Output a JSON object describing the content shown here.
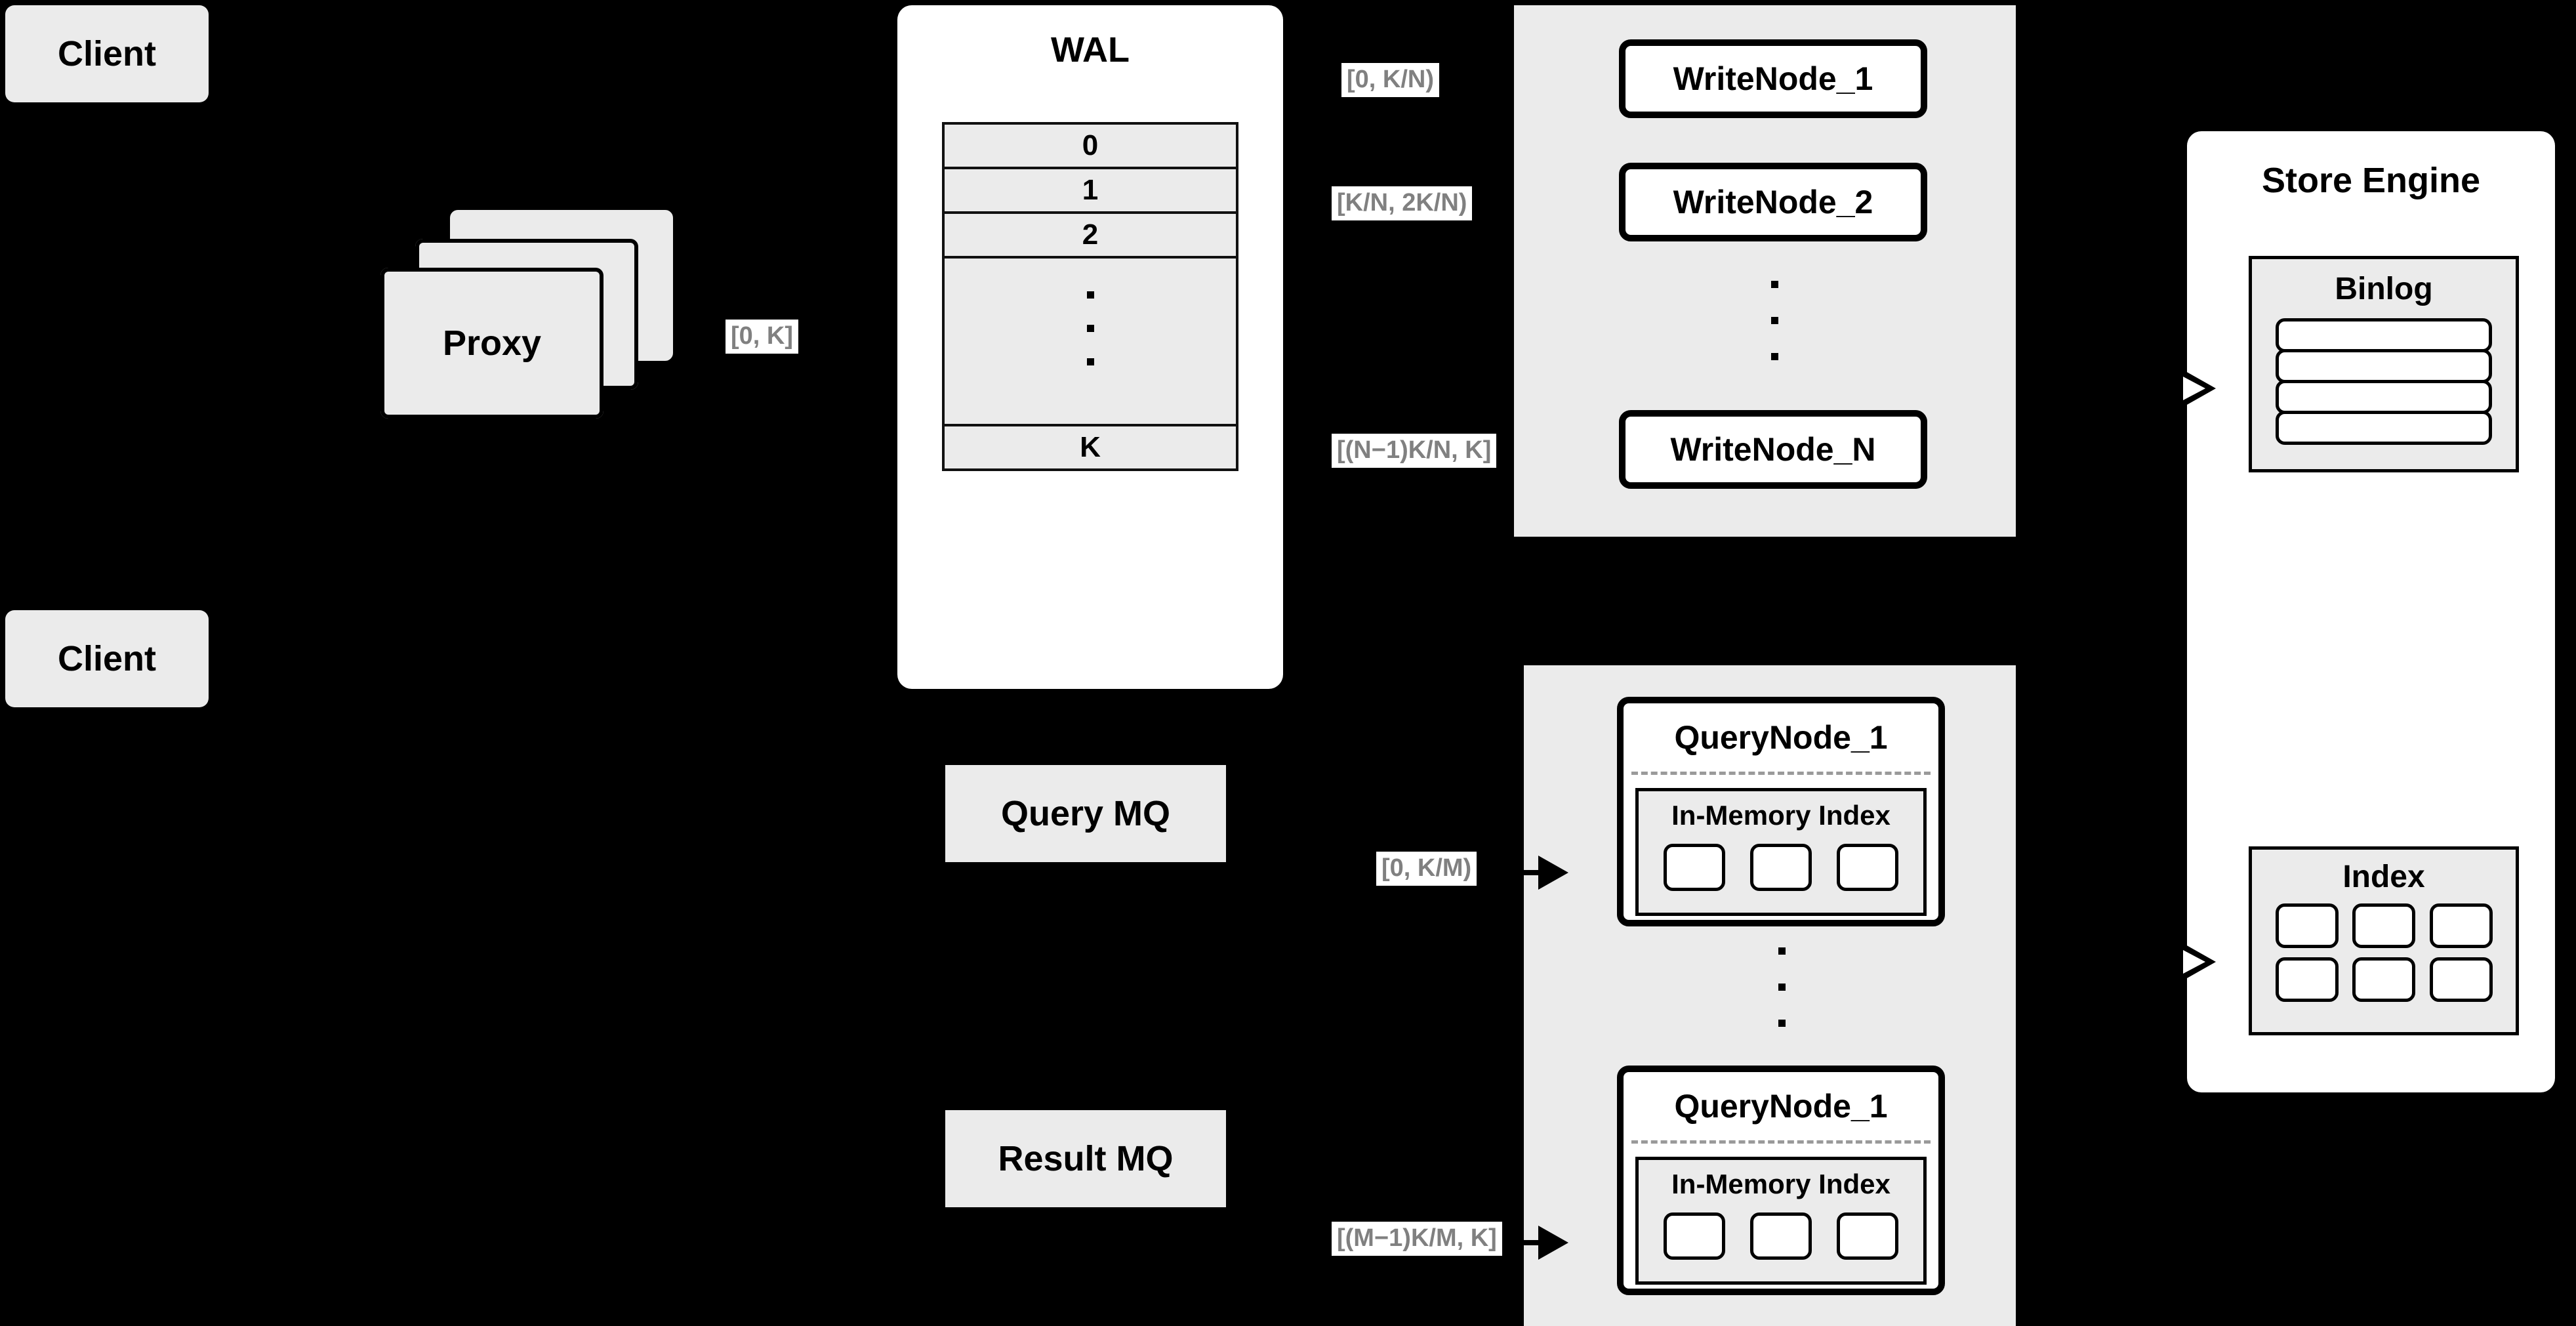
{
  "diagram": {
    "title": "Distributed Vector Database Write/Query Architecture",
    "background_color": "#000000",
    "panel_color": "#ffffff",
    "block_color": "#ebebeb",
    "label_text_color": "#808080",
    "stroke_color": "#000000"
  },
  "clients": [
    {
      "label": "Client"
    },
    {
      "label": "Client"
    }
  ],
  "proxy": {
    "label": "Proxy",
    "stack_layers": 3
  },
  "wal": {
    "title": "WAL",
    "entries": [
      "0",
      "1",
      "2",
      "⋮",
      "K"
    ],
    "ellipsis_index": 3
  },
  "write_cluster": {
    "nodes": [
      {
        "label": "WriteNode_1",
        "range_label": "[0,  K/N)"
      },
      {
        "label": "WriteNode_2",
        "range_label": "[K/N, 2K/N)"
      },
      {
        "label": "WriteNode_N",
        "range_label": "[(N−1)K/N,  K]"
      }
    ],
    "ellipsis": "⋮"
  },
  "query_cluster": {
    "nodes": [
      {
        "label": "QueryNode_1",
        "range_label": "[0, K/M)",
        "index": {
          "title": "In-Memory Index",
          "segments": 3
        }
      },
      {
        "label": "QueryNode_1",
        "range_label": "[(M−1)K/M, K]",
        "index": {
          "title": "In-Memory Index",
          "segments": 3
        }
      }
    ],
    "ellipsis": "⋮"
  },
  "message_queues": [
    {
      "label": "Query MQ"
    },
    {
      "label": "Result MQ"
    }
  ],
  "store_engine": {
    "title": "Store Engine",
    "binlog": {
      "title": "Binlog",
      "rows": 4
    },
    "index": {
      "title": "Index",
      "rows": 2,
      "cols": 3
    }
  },
  "edge_labels": {
    "client_to_wal": "[0, K]"
  }
}
